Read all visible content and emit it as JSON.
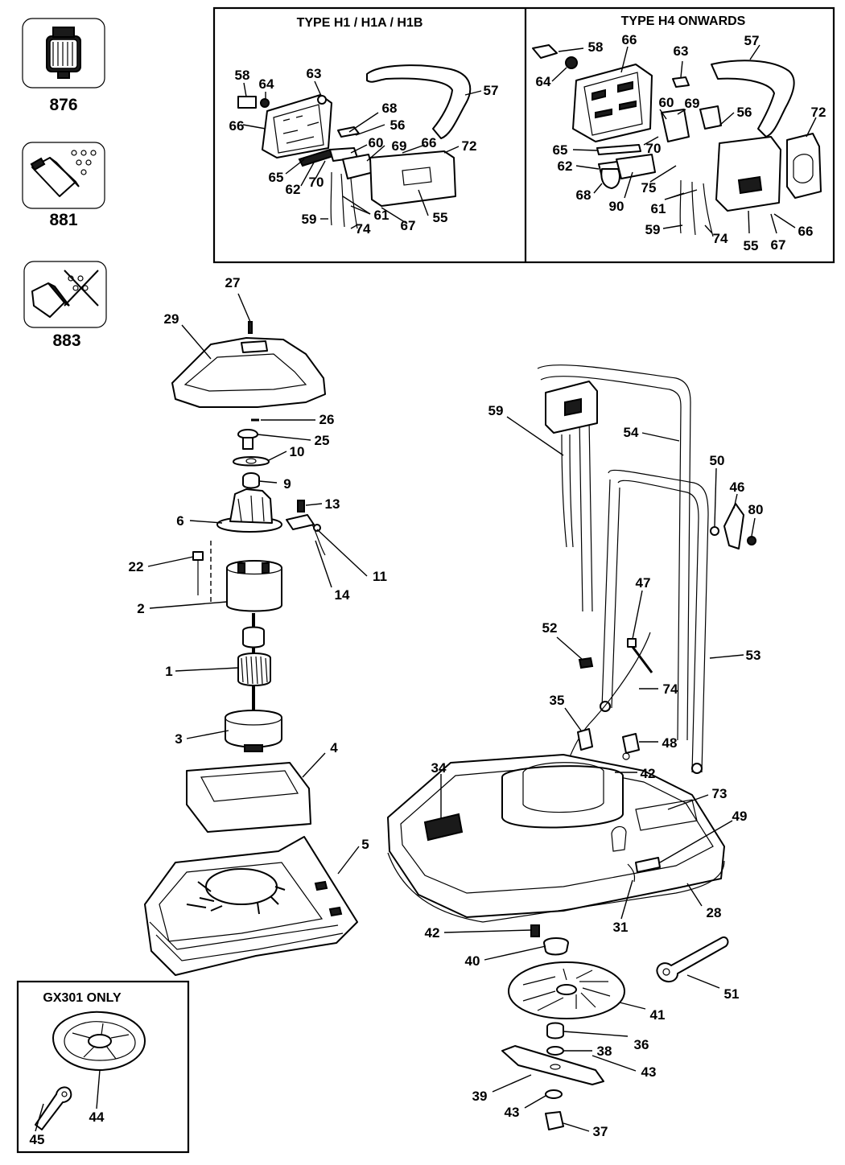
{
  "kit_icons": [
    {
      "code": "876",
      "icon": "motor-kit-icon"
    },
    {
      "code": "881",
      "icon": "switch-kit-icon"
    },
    {
      "code": "883",
      "icon": "switch-kit-no-spray-icon"
    }
  ],
  "panels": {
    "left_header": "TYPE H1 / H1A / H1B",
    "right_header": "TYPE H4 ONWARDS",
    "gx_header": "GX301 ONLY"
  },
  "inset_left_labels": [
    "58",
    "64",
    "63",
    "57",
    "68",
    "56",
    "66",
    "60",
    "69",
    "66",
    "72",
    "65",
    "62",
    "70",
    "55",
    "59",
    "61",
    "74",
    "67"
  ],
  "inset_right_labels": [
    "58",
    "66",
    "63",
    "57",
    "64",
    "60",
    "69",
    "56",
    "72",
    "65",
    "70",
    "62",
    "75",
    "68",
    "90",
    "61",
    "59",
    "74",
    "55",
    "67",
    "66"
  ],
  "main_labels": [
    "27",
    "29",
    "26",
    "25",
    "10",
    "9",
    "6",
    "13",
    "22",
    "11",
    "14",
    "2",
    "1",
    "3",
    "4",
    "5",
    "59",
    "54",
    "50",
    "46",
    "80",
    "47",
    "52",
    "53",
    "74",
    "35",
    "48",
    "42",
    "34",
    "73",
    "49",
    "28",
    "31",
    "42",
    "40",
    "51",
    "41",
    "36",
    "38",
    "43",
    "39",
    "43",
    "37",
    "44",
    "45"
  ]
}
